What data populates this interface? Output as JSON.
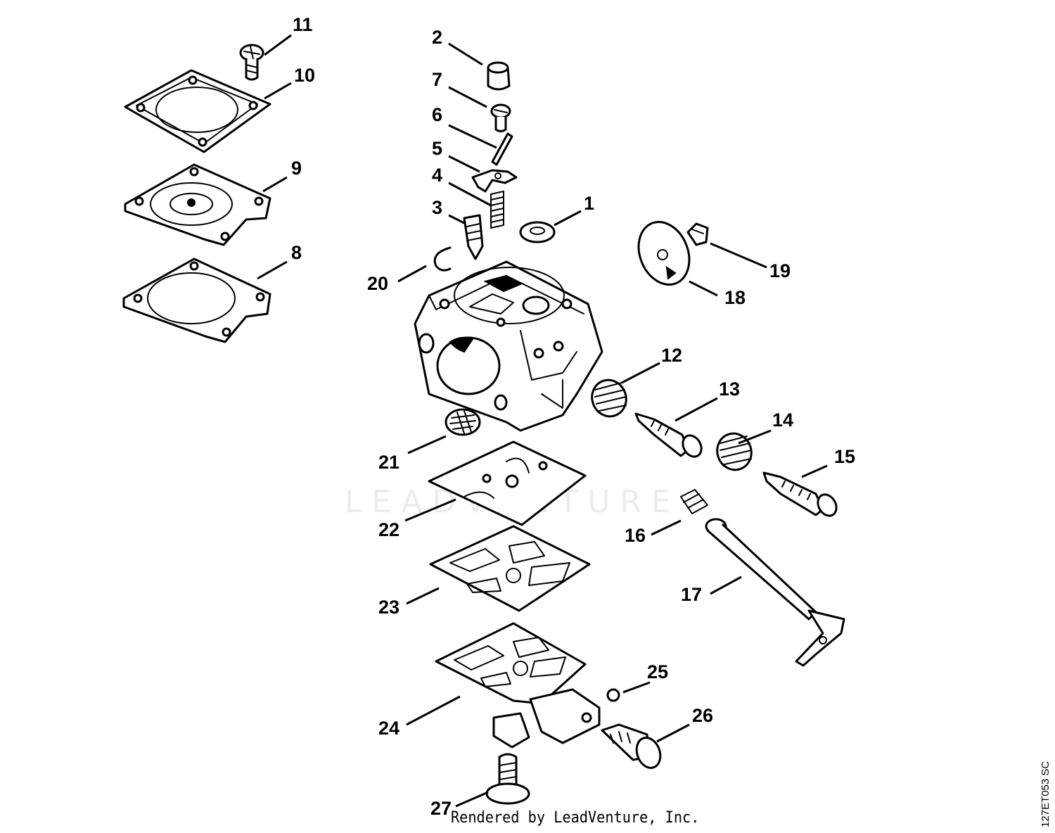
{
  "watermark": "LEADVENTURE",
  "credit": "Rendered by LeadVenture, Inc.",
  "figure_code": "127ET053 SC",
  "callouts": [
    "1",
    "2",
    "3",
    "4",
    "5",
    "6",
    "7",
    "8",
    "9",
    "10",
    "11",
    "12",
    "13",
    "14",
    "15",
    "16",
    "17",
    "18",
    "19",
    "20",
    "21",
    "22",
    "23",
    "24",
    "25",
    "26",
    "27"
  ]
}
